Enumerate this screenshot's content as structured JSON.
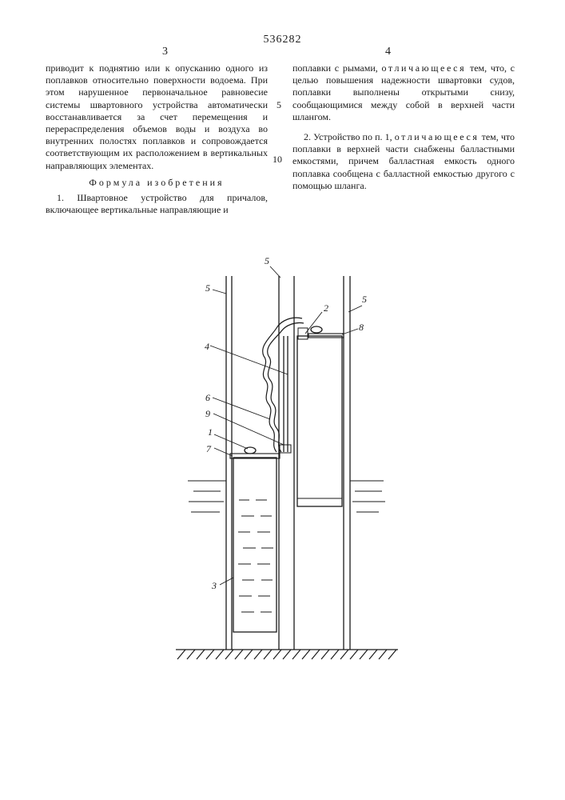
{
  "header": {
    "patent_number": "536282",
    "left_column_number": "3",
    "right_column_number": "4"
  },
  "left_column": {
    "continuation": "приводит к поднятию или к опусканию одного из поплавков относительно поверхности водоема. При этом нарушенное первоначальное равновесие системы швартовного устройства автоматически восстанавливается за счет перемещения и перераспределения объемов воды и воздуха во внутренних полостях поплавков и сопровождается соответствующим их расположением в вертикальных направляющих элементах.",
    "formula_heading": "Формула изобретения",
    "claim1_start": "1. Швартовное устройство для причалов, включающее вертикальные направляющие и"
  },
  "right_column": {
    "claim1_lead": "поплавки с рымами,",
    "claim1_spaced": "отличающееся",
    "claim1_rest": "тем, что, с целью повышения надежности швартовки судов, поплавки выполнены открытыми снизу, сообщающимися между собой в верхней части шлангом.",
    "claim2_lead": "2. Устройство по п. 1,",
    "claim2_spaced": "отличающееся",
    "claim2_rest": "тем, что поплавки в верхней части снабжены балластными емкостями, причем балластная емкость одного поплавка сообщена с балластной емкостью другого с помощью шланга."
  },
  "line_numbers": {
    "n5": "5",
    "n10": "10"
  },
  "figure": {
    "labels": {
      "l5_top": "5",
      "l5_left": "5",
      "l5_right": "5",
      "l2": "2",
      "l8": "8",
      "l4": "4",
      "l6": "6",
      "l9": "9",
      "l1": "1",
      "l7": "7",
      "l3": "3"
    }
  }
}
